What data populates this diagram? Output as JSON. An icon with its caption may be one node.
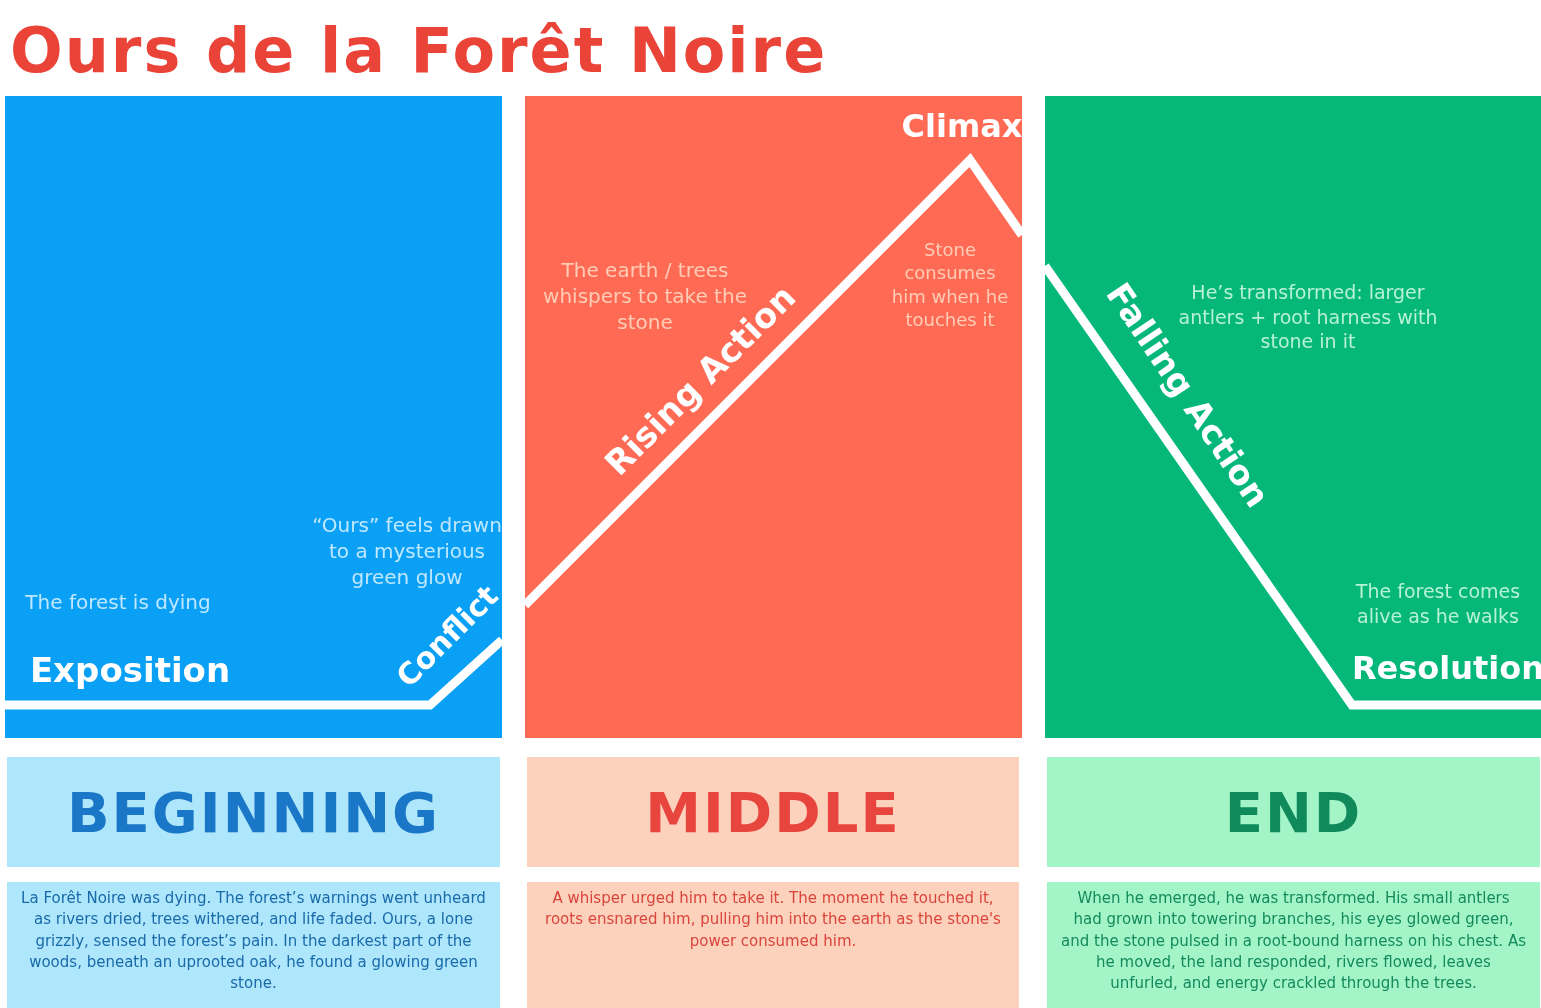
{
  "diagram": {
    "title": "Ours de la Forêt Noire",
    "nodes": [
      {
        "text": [
          "The forest is dying",
          "Exposition",
          "“Ours” feels drawn to a mysterious green glow",
          "Conflict"
        ]
      },
      {
        "text": [
          "The earth / trees whispers to take the stone",
          "Rising Action",
          "Climax",
          "Stone consumes him when he touches it"
        ]
      },
      {
        "text": [
          "Falling Action",
          "He’s transformed: larger antlers + root harness with stone in it",
          "The forest comes alive as he walks",
          "Resolution"
        ]
      },
      {
        "text": [
          "BEGINNING"
        ]
      },
      {
        "text": [
          "MIDDLE"
        ]
      },
      {
        "text": [
          "END"
        ]
      },
      {
        "text": [
          "La Forêt Noire was dying. The forest’s warnings went unheard as rivers dried, trees withered, and life faded. Ours, a lone grizzly, sensed the forest’s pain. In the darkest part of the woods, beneath an uprooted oak, he found a glowing green stone."
        ]
      },
      {
        "text": [
          "A whisper urged him to take it. The moment he touched it, roots ensnared him, pulling him into the earth as the stone's power consumed him."
        ]
      },
      {
        "text": [
          "When he emerged, he was transformed. His small antlers had grown into towering branches, his eyes glowed green, and the stone pulsed in a root-bound harness on his chest. As he moved, the land responded, rivers flowed, leaves unfurled, and energy crackled through the trees."
        ]
      }
    ]
  }
}
